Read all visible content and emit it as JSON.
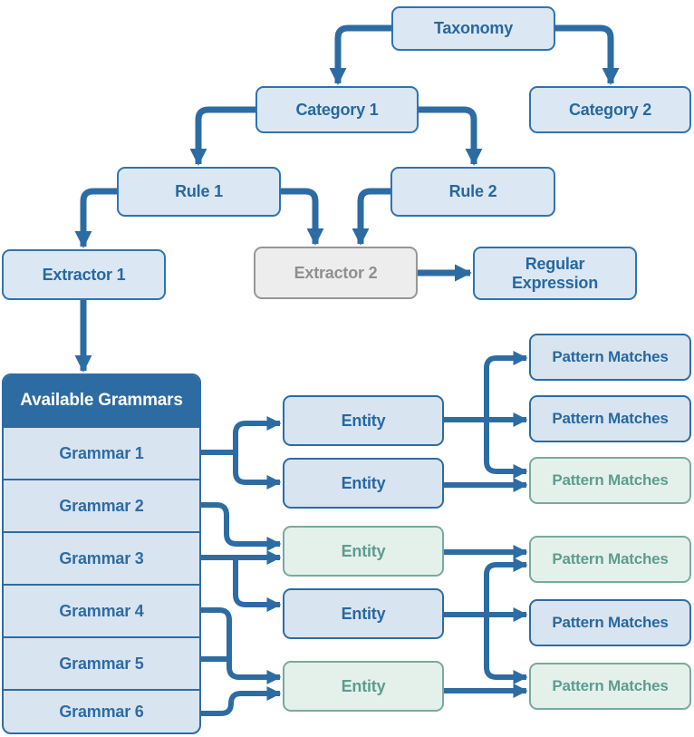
{
  "colors": {
    "arrow": "#2d6ca3",
    "box_blue_fill": "#d9e4f1",
    "box_blue_border": "#2d6ca3",
    "box_blue_text": "#27689f",
    "box_green_fill": "#e4f1eb",
    "box_green_border": "#79aa9d",
    "box_green_text": "#5d9c90",
    "box_gray_fill": "#ededed",
    "box_gray_border": "#979797",
    "box_gray_text": "#8f8f8f",
    "panel_header_fill": "#2d6ca3",
    "panel_header_text": "#ffffff"
  },
  "nodes": {
    "taxonomy": "Taxonomy",
    "category1": "Category 1",
    "category2": "Category 2",
    "rule1": "Rule 1",
    "rule2": "Rule 2",
    "extractor1": "Extractor 1",
    "extractor2": "Extractor 2",
    "regular_expression": "Regular Expression"
  },
  "grammars_panel": {
    "header": "Available Grammars",
    "rows": [
      "Grammar 1",
      "Grammar 2",
      "Grammar 3",
      "Grammar 4",
      "Grammar 5",
      "Grammar 6"
    ]
  },
  "entities": [
    {
      "label": "Entity",
      "variant": "blue"
    },
    {
      "label": "Entity",
      "variant": "blue"
    },
    {
      "label": "Entity",
      "variant": "green"
    },
    {
      "label": "Entity",
      "variant": "blue"
    },
    {
      "label": "Entity",
      "variant": "green"
    }
  ],
  "pattern_matches": [
    {
      "label": "Pattern Matches",
      "variant": "blue"
    },
    {
      "label": "Pattern Matches",
      "variant": "blue"
    },
    {
      "label": "Pattern Matches",
      "variant": "green"
    },
    {
      "label": "Pattern Matches",
      "variant": "green"
    },
    {
      "label": "Pattern Matches",
      "variant": "blue"
    },
    {
      "label": "Pattern Matches",
      "variant": "green"
    }
  ],
  "connections": [
    {
      "from": "Taxonomy",
      "to": "Category 1"
    },
    {
      "from": "Taxonomy",
      "to": "Category 2"
    },
    {
      "from": "Category 1",
      "to": "Rule 1"
    },
    {
      "from": "Category 1",
      "to": "Rule 2"
    },
    {
      "from": "Rule 1",
      "to": "Extractor 1"
    },
    {
      "from": "Rule 1",
      "to": "Extractor 2"
    },
    {
      "from": "Rule 2",
      "to": "Extractor 2"
    },
    {
      "from": "Extractor 2",
      "to": "Regular Expression"
    },
    {
      "from": "Extractor 1",
      "to": "Available Grammars"
    },
    {
      "from": "Grammar 1",
      "to": "Entity 1"
    },
    {
      "from": "Grammar 1",
      "to": "Entity 2"
    },
    {
      "from": "Grammar 2",
      "to": "Entity 3"
    },
    {
      "from": "Grammar 3",
      "to": "Entity 3"
    },
    {
      "from": "Grammar 3",
      "to": "Entity 4"
    },
    {
      "from": "Grammar 4",
      "to": "Entity 5"
    },
    {
      "from": "Grammar 5",
      "to": "Entity 5"
    },
    {
      "from": "Grammar 6",
      "to": "Entity 5"
    },
    {
      "from": "Entity 1",
      "to": "Pattern Matches 1"
    },
    {
      "from": "Entity 1",
      "to": "Pattern Matches 2"
    },
    {
      "from": "Entity 1",
      "to": "Pattern Matches 3"
    },
    {
      "from": "Entity 2",
      "to": "Pattern Matches 3"
    },
    {
      "from": "Entity 3",
      "to": "Pattern Matches 4"
    },
    {
      "from": "Entity 4",
      "to": "Pattern Matches 4"
    },
    {
      "from": "Entity 4",
      "to": "Pattern Matches 5"
    },
    {
      "from": "Entity 4",
      "to": "Pattern Matches 6"
    },
    {
      "from": "Entity 5",
      "to": "Pattern Matches 6"
    }
  ]
}
